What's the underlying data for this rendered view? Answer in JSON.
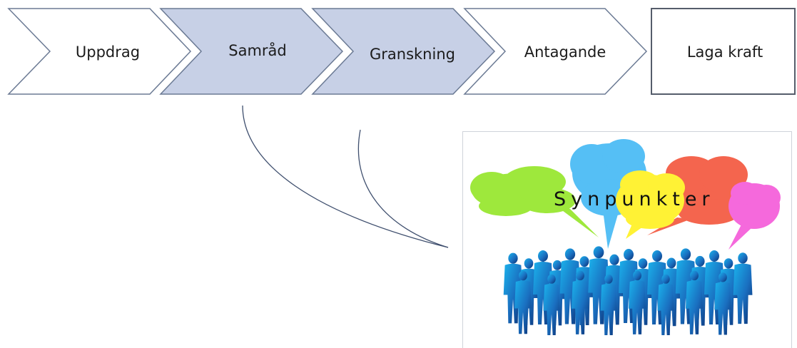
{
  "process_steps": [
    {
      "label": "Uppdrag",
      "active": false
    },
    {
      "label": "Samråd",
      "active": true
    },
    {
      "label": "Granskning",
      "active": true
    },
    {
      "label": "Antagande",
      "active": false
    },
    {
      "label": "Laga kraft",
      "active": false
    }
  ],
  "illustration": {
    "caption": "Synpunkter"
  },
  "colors": {
    "active_fill": "#c7d0e6",
    "inactive_fill": "#ffffff",
    "outline": "#6b7a94",
    "bubble_green": "#9ee83c",
    "bubble_blue": "#55bff5",
    "bubble_yellow": "#fff235",
    "bubble_red": "#f4654e",
    "bubble_pink": "#f569dc",
    "crowd_light": "#1bb3ec",
    "crowd_dark": "#0a2f72"
  }
}
